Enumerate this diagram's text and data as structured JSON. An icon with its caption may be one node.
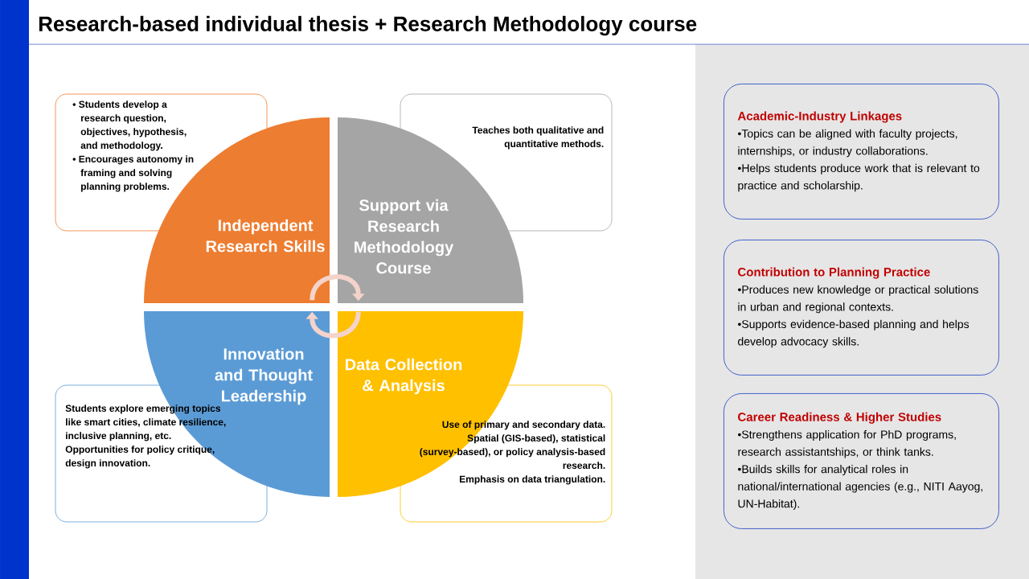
{
  "diagram": {
    "title": "Research-based individual thesis + Research Methodology course",
    "nodes": [
      {
        "text": [
          "• Students develop a research question, objectives, hypothesis, and methodology.",
          "• Encourages autonomy in framing and solving planning problems."
        ]
      },
      {
        "text": [
          "Teaches both qualitative and quantitative methods."
        ]
      },
      {
        "text": [
          "Students explore emerging topics like smart cities, climate resilience, inclusive planning, etc.",
          "Opportunities for policy critique, design innovation."
        ]
      },
      {
        "text": [
          "Use of primary and secondary data.",
          "Spatial (GIS-based), statistical (survey-based), or policy analysis-based research.",
          "Emphasis on data triangulation."
        ]
      },
      {
        "text": [
          "Independent Research Skills"
        ]
      },
      {
        "text": [
          "Support via Research Methodology Course"
        ]
      },
      {
        "text": [
          "Innovation and Thought Leadership"
        ]
      },
      {
        "text": [
          "Data Collection & Analysis"
        ]
      },
      {
        "text": [
          "Academic-Industry Linkages",
          "•Topics can be aligned with faculty projects, internships, or industry collaborations.",
          "•Helps students produce work that is relevant to practice and scholarship."
        ]
      },
      {
        "text": [
          "Contribution to Planning Practice",
          "•Produces new knowledge or practical solutions in urban and regional contexts.",
          "•Supports evidence-based planning and helps develop advocacy skills."
        ]
      },
      {
        "text": [
          "Career Readiness & Higher Studies",
          "•Strengthens application for PhD programs, research assistantships, or think tanks.",
          "•Builds skills for analytical roles in national/international agencies (e.g., NITI Aayog, UN-Habitat)."
        ]
      }
    ],
    "edges": [
      {
        "from": 4,
        "to": 5,
        "arrow": "to"
      },
      {
        "from": 7,
        "to": 6,
        "arrow": "to"
      }
    ]
  }
}
